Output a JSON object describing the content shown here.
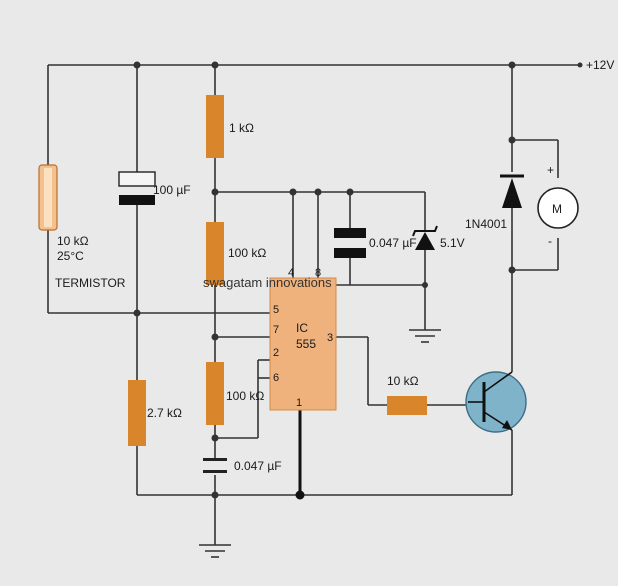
{
  "supply_label": "+12V",
  "thermistor": {
    "value": "10 kΩ",
    "temp": "25°C",
    "name": "TERMISTOR"
  },
  "cap_100uf": "100 µF",
  "r_1k": "1 kΩ",
  "r_100k_top": "100 kΩ",
  "r_100k_bottom": "100 kΩ",
  "r_2k7": "2.7 kΩ",
  "cap_timing": "0.047 µF",
  "cap_ctrl": "0.047 µF",
  "zener": "5.1V",
  "diode": "1N4001",
  "r_base": "10 kΩ",
  "motor": "M",
  "motor_plus": "+",
  "motor_minus": "-",
  "watermark": "swagatam innovations",
  "ic": {
    "line1": "IC",
    "line2": "555",
    "pins": {
      "p1": "1",
      "p2": "2",
      "p3": "3",
      "p4": "4",
      "p5": "5",
      "p6": "6",
      "p7": "7",
      "p8": "8"
    }
  },
  "colors": {
    "resistor": "#d9852b",
    "ic_body": "#f0b27d",
    "transistor": "#7fb3c9",
    "background": "#e9e9e9"
  }
}
